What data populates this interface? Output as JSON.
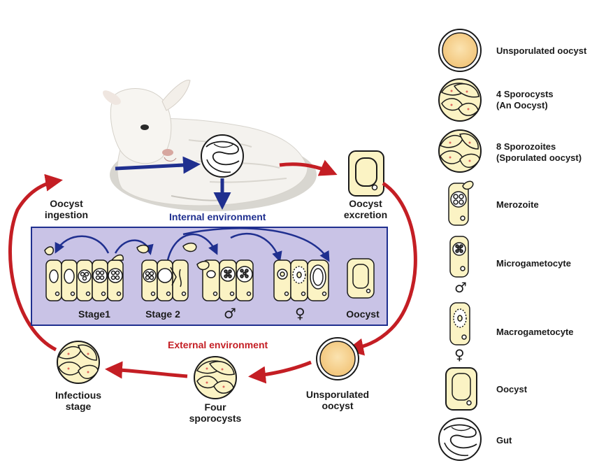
{
  "cycle_labels": {
    "oocyst_ingestion": "Oocyst\ningestion",
    "oocyst_excretion": "Oocyst\nexcretion",
    "internal_environment": "Internal environment",
    "external_environment": "External environment",
    "unsporulated_oocyst": "Unsporulated\noocyst",
    "four_sporocysts": "Four\nsporocysts",
    "infectious_stage": "Infectious\nstage"
  },
  "panel_labels": {
    "stage1": "Stage1",
    "stage2": "Stage 2",
    "male": "♂",
    "female": "♀",
    "oocyst": "Oocyst"
  },
  "legend": {
    "unsporulated": "Unsporulated oocyst",
    "four_sporocysts": "4 Sporocysts\n(An Oocyst)",
    "eight_sporozoites": "8 Sporozoites\n(Sporulated oocyst)",
    "merozoite": "Merozoite",
    "microgametocyte": "Microgametocyte",
    "male_symbol": "♂",
    "macrogametocyte": "Macrogametocyte",
    "female_symbol": "♀",
    "oocyst": "Oocyst",
    "gut": "Gut"
  },
  "colors": {
    "red_arrow": "#c41e24",
    "blue_arrow": "#1f2f8f",
    "panel_fill": "#c9c3e6",
    "cell_fill": "#fbf3c4",
    "oocyst_fill": "#f7d28f"
  }
}
